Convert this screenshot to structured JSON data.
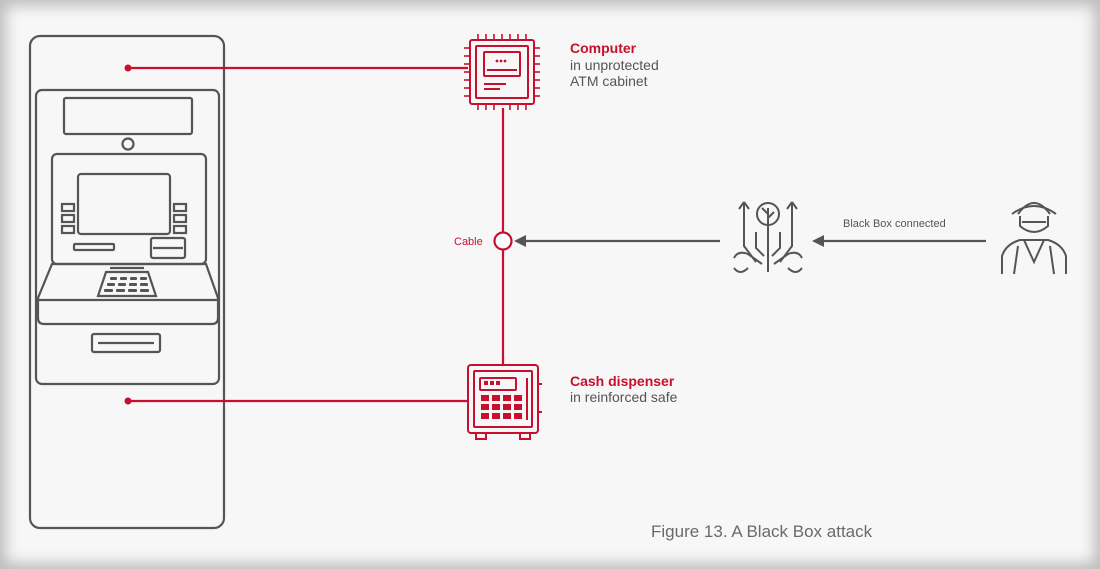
{
  "computer": {
    "title": "Computer",
    "line1": "in unprotected",
    "line2": "ATM cabinet"
  },
  "cash": {
    "title": "Cash dispenser",
    "line1": "in reinforced safe"
  },
  "cable_label": "Cable",
  "blackbox_label": "Black Box connected",
  "caption": "Figure 13. A Black Box attack",
  "icons": {
    "atm": "atm-machine-icon",
    "computer": "cpu-chip-icon",
    "safe": "safe-keypad-icon",
    "blackbox": "black-box-tool-icon",
    "attacker": "spy-attacker-icon"
  },
  "colors": {
    "accent": "#c8102e",
    "line": "#555555"
  }
}
